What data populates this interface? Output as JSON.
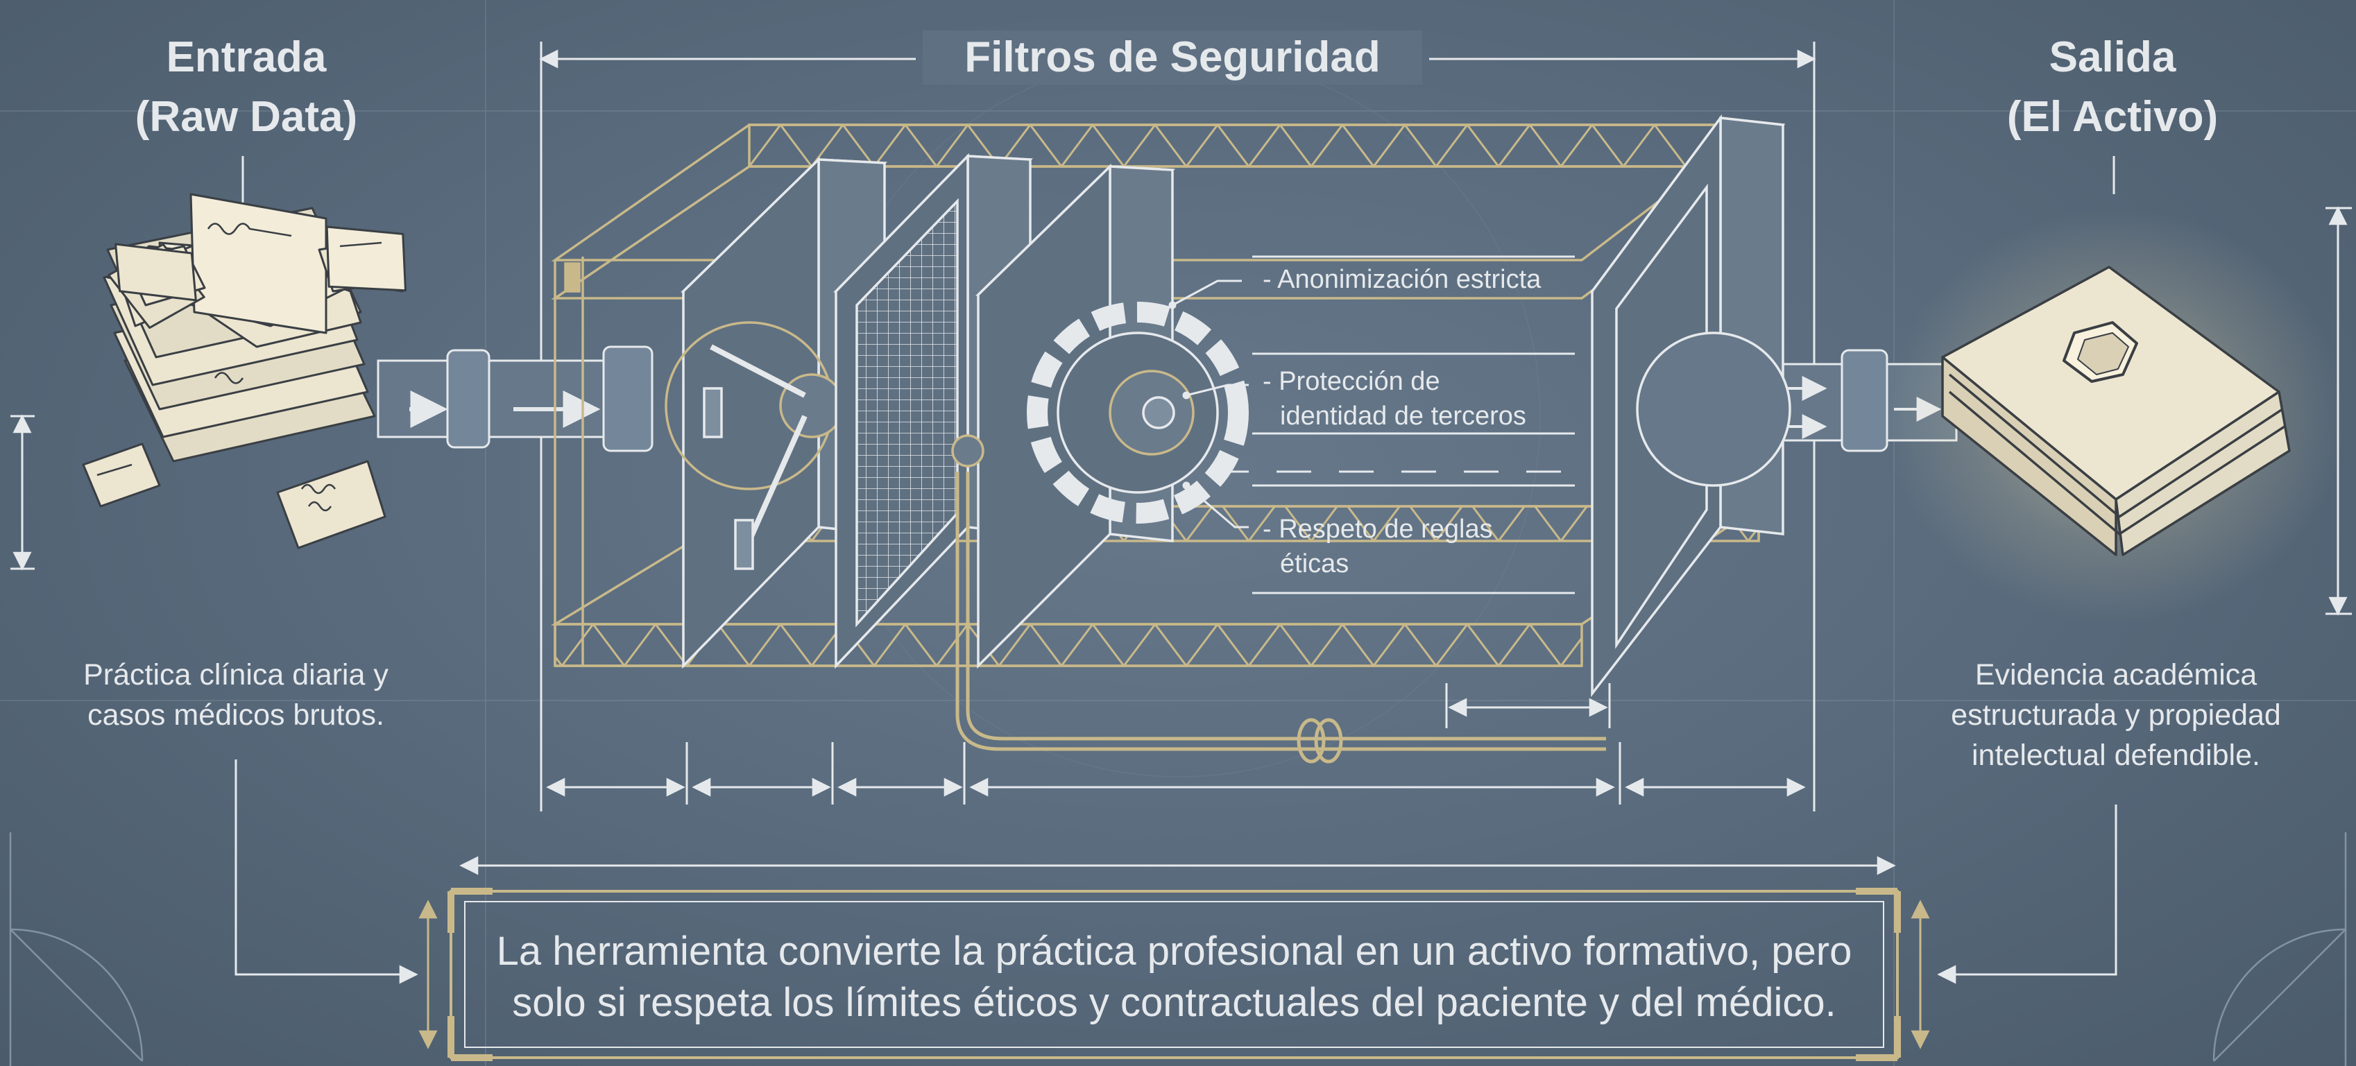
{
  "input": {
    "title_line1": "Entrada",
    "title_line2": "(Raw Data)",
    "description_line1": "Práctica clínica diaria y",
    "description_line2": "casos médicos brutos."
  },
  "filters": {
    "title": "Filtros de Seguridad",
    "items": [
      {
        "line1": "- Anonimización estricta",
        "line2": ""
      },
      {
        "line1": "- Protección de",
        "line2": "identidad de terceros"
      },
      {
        "line1": "- Respeto de reglas",
        "line2": "éticas"
      }
    ]
  },
  "output": {
    "title_line1": "Salida",
    "title_line2": "(El Activo)",
    "description_line1": "Evidencia académica",
    "description_line2": "estructurada y propiedad",
    "description_line3": "intelectual defendible."
  },
  "summary": {
    "line1": "La herramienta convierte la práctica profesional en un activo formativo, pero",
    "line2": "solo si respeta los límites éticos y contractuales del paciente y del médico."
  },
  "colors": {
    "background": "#566878",
    "chalk": "#e6e9ec",
    "gold": "#c9b98a",
    "paper": "#ece5d0"
  }
}
